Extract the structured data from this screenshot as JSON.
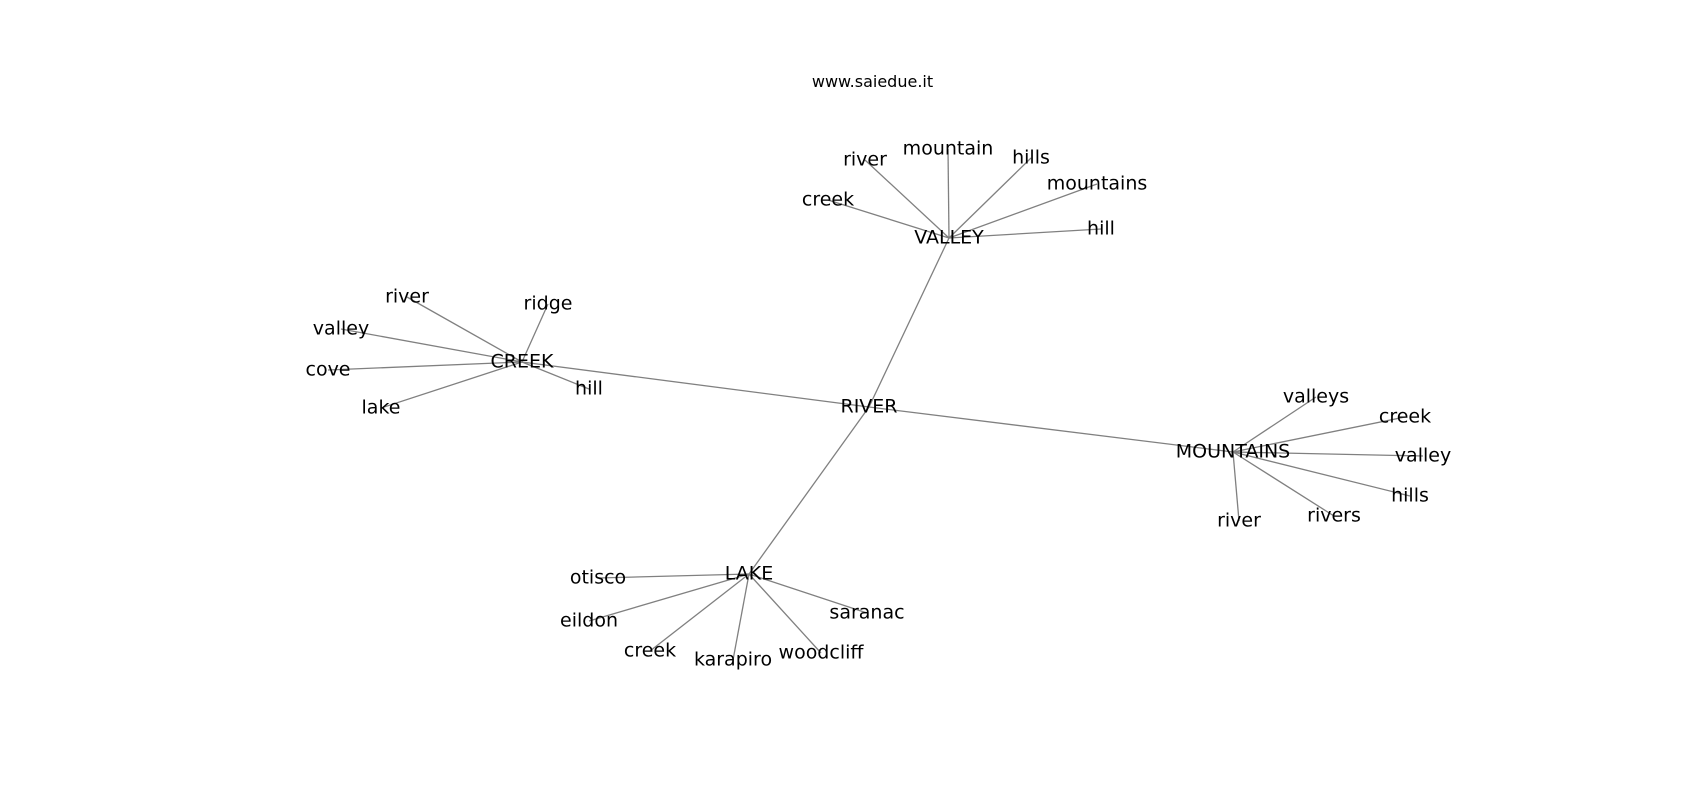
{
  "watermark": "www.saiedue.it",
  "edge_color": "#808080",
  "text_color": "#000000",
  "graph": {
    "nodes": [
      {
        "id": "river_hub",
        "label": "RIVER"
      },
      {
        "id": "valley_hub",
        "label": "VALLEY"
      },
      {
        "id": "creek_hub",
        "label": "CREEK"
      },
      {
        "id": "mountains_hub",
        "label": "MOUNTAINS"
      },
      {
        "id": "lake_hub",
        "label": "LAKE"
      },
      {
        "id": "v_river",
        "label": "river"
      },
      {
        "id": "v_mountain",
        "label": "mountain"
      },
      {
        "id": "v_hills",
        "label": "hills"
      },
      {
        "id": "v_mountains",
        "label": "mountains"
      },
      {
        "id": "v_creek",
        "label": "creek"
      },
      {
        "id": "v_hill",
        "label": "hill"
      },
      {
        "id": "c_river",
        "label": "river"
      },
      {
        "id": "c_ridge",
        "label": "ridge"
      },
      {
        "id": "c_valley",
        "label": "valley"
      },
      {
        "id": "c_cove",
        "label": "cove"
      },
      {
        "id": "c_lake",
        "label": "lake"
      },
      {
        "id": "c_hill",
        "label": "hill"
      },
      {
        "id": "m_valleys",
        "label": "valleys"
      },
      {
        "id": "m_creek",
        "label": "creek"
      },
      {
        "id": "m_valley",
        "label": "valley"
      },
      {
        "id": "m_hills",
        "label": "hills"
      },
      {
        "id": "m_rivers",
        "label": "rivers"
      },
      {
        "id": "m_river",
        "label": "river"
      },
      {
        "id": "l_otisco",
        "label": "otisco"
      },
      {
        "id": "l_eildon",
        "label": "eildon"
      },
      {
        "id": "l_creek",
        "label": "creek"
      },
      {
        "id": "l_karapiro",
        "label": "karapiro"
      },
      {
        "id": "l_woodcliff",
        "label": "woodcliff"
      },
      {
        "id": "l_saranac",
        "label": "saranac"
      }
    ],
    "edges": [
      [
        "river_hub",
        "valley_hub"
      ],
      [
        "river_hub",
        "creek_hub"
      ],
      [
        "river_hub",
        "mountains_hub"
      ],
      [
        "river_hub",
        "lake_hub"
      ],
      [
        "valley_hub",
        "v_river"
      ],
      [
        "valley_hub",
        "v_mountain"
      ],
      [
        "valley_hub",
        "v_hills"
      ],
      [
        "valley_hub",
        "v_mountains"
      ],
      [
        "valley_hub",
        "v_creek"
      ],
      [
        "valley_hub",
        "v_hill"
      ],
      [
        "creek_hub",
        "c_river"
      ],
      [
        "creek_hub",
        "c_ridge"
      ],
      [
        "creek_hub",
        "c_valley"
      ],
      [
        "creek_hub",
        "c_cove"
      ],
      [
        "creek_hub",
        "c_lake"
      ],
      [
        "creek_hub",
        "c_hill"
      ],
      [
        "mountains_hub",
        "m_valleys"
      ],
      [
        "mountains_hub",
        "m_creek"
      ],
      [
        "mountains_hub",
        "m_valley"
      ],
      [
        "mountains_hub",
        "m_hills"
      ],
      [
        "mountains_hub",
        "m_rivers"
      ],
      [
        "mountains_hub",
        "m_river"
      ],
      [
        "lake_hub",
        "l_otisco"
      ],
      [
        "lake_hub",
        "l_eildon"
      ],
      [
        "lake_hub",
        "l_creek"
      ],
      [
        "lake_hub",
        "l_karapiro"
      ],
      [
        "lake_hub",
        "l_woodcliff"
      ],
      [
        "lake_hub",
        "l_saranac"
      ]
    ]
  }
}
